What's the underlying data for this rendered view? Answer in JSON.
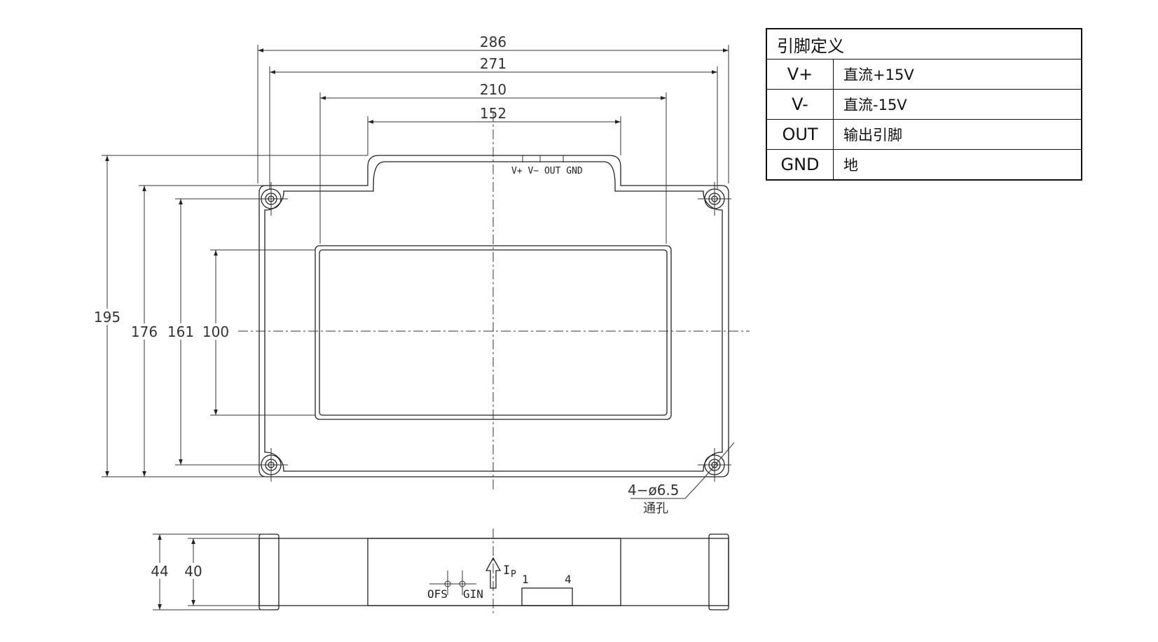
{
  "dimensions": {
    "w286": "286",
    "w271": "271",
    "w210": "210",
    "w152": "152",
    "h195": "195",
    "h176": "176",
    "h161": "161",
    "h100": "100",
    "h44": "44",
    "h40": "40"
  },
  "connector_labels": "V+ V− OUT GND",
  "hole_note": "4−ø6.5",
  "hole_note_sub": "通孔",
  "side_view": {
    "ofs": "OFS",
    "gin": "GIN",
    "ip_i": "I",
    "ip_p": "P",
    "pin1": "1",
    "pin4": "4"
  },
  "pin_table": {
    "title": "引脚定义",
    "rows": [
      {
        "pin": "V+",
        "desc": "直流+15V"
      },
      {
        "pin": "V-",
        "desc": "直流-15V"
      },
      {
        "pin": "OUT",
        "desc": "输出引脚"
      },
      {
        "pin": "GND",
        "desc": "地"
      }
    ]
  }
}
